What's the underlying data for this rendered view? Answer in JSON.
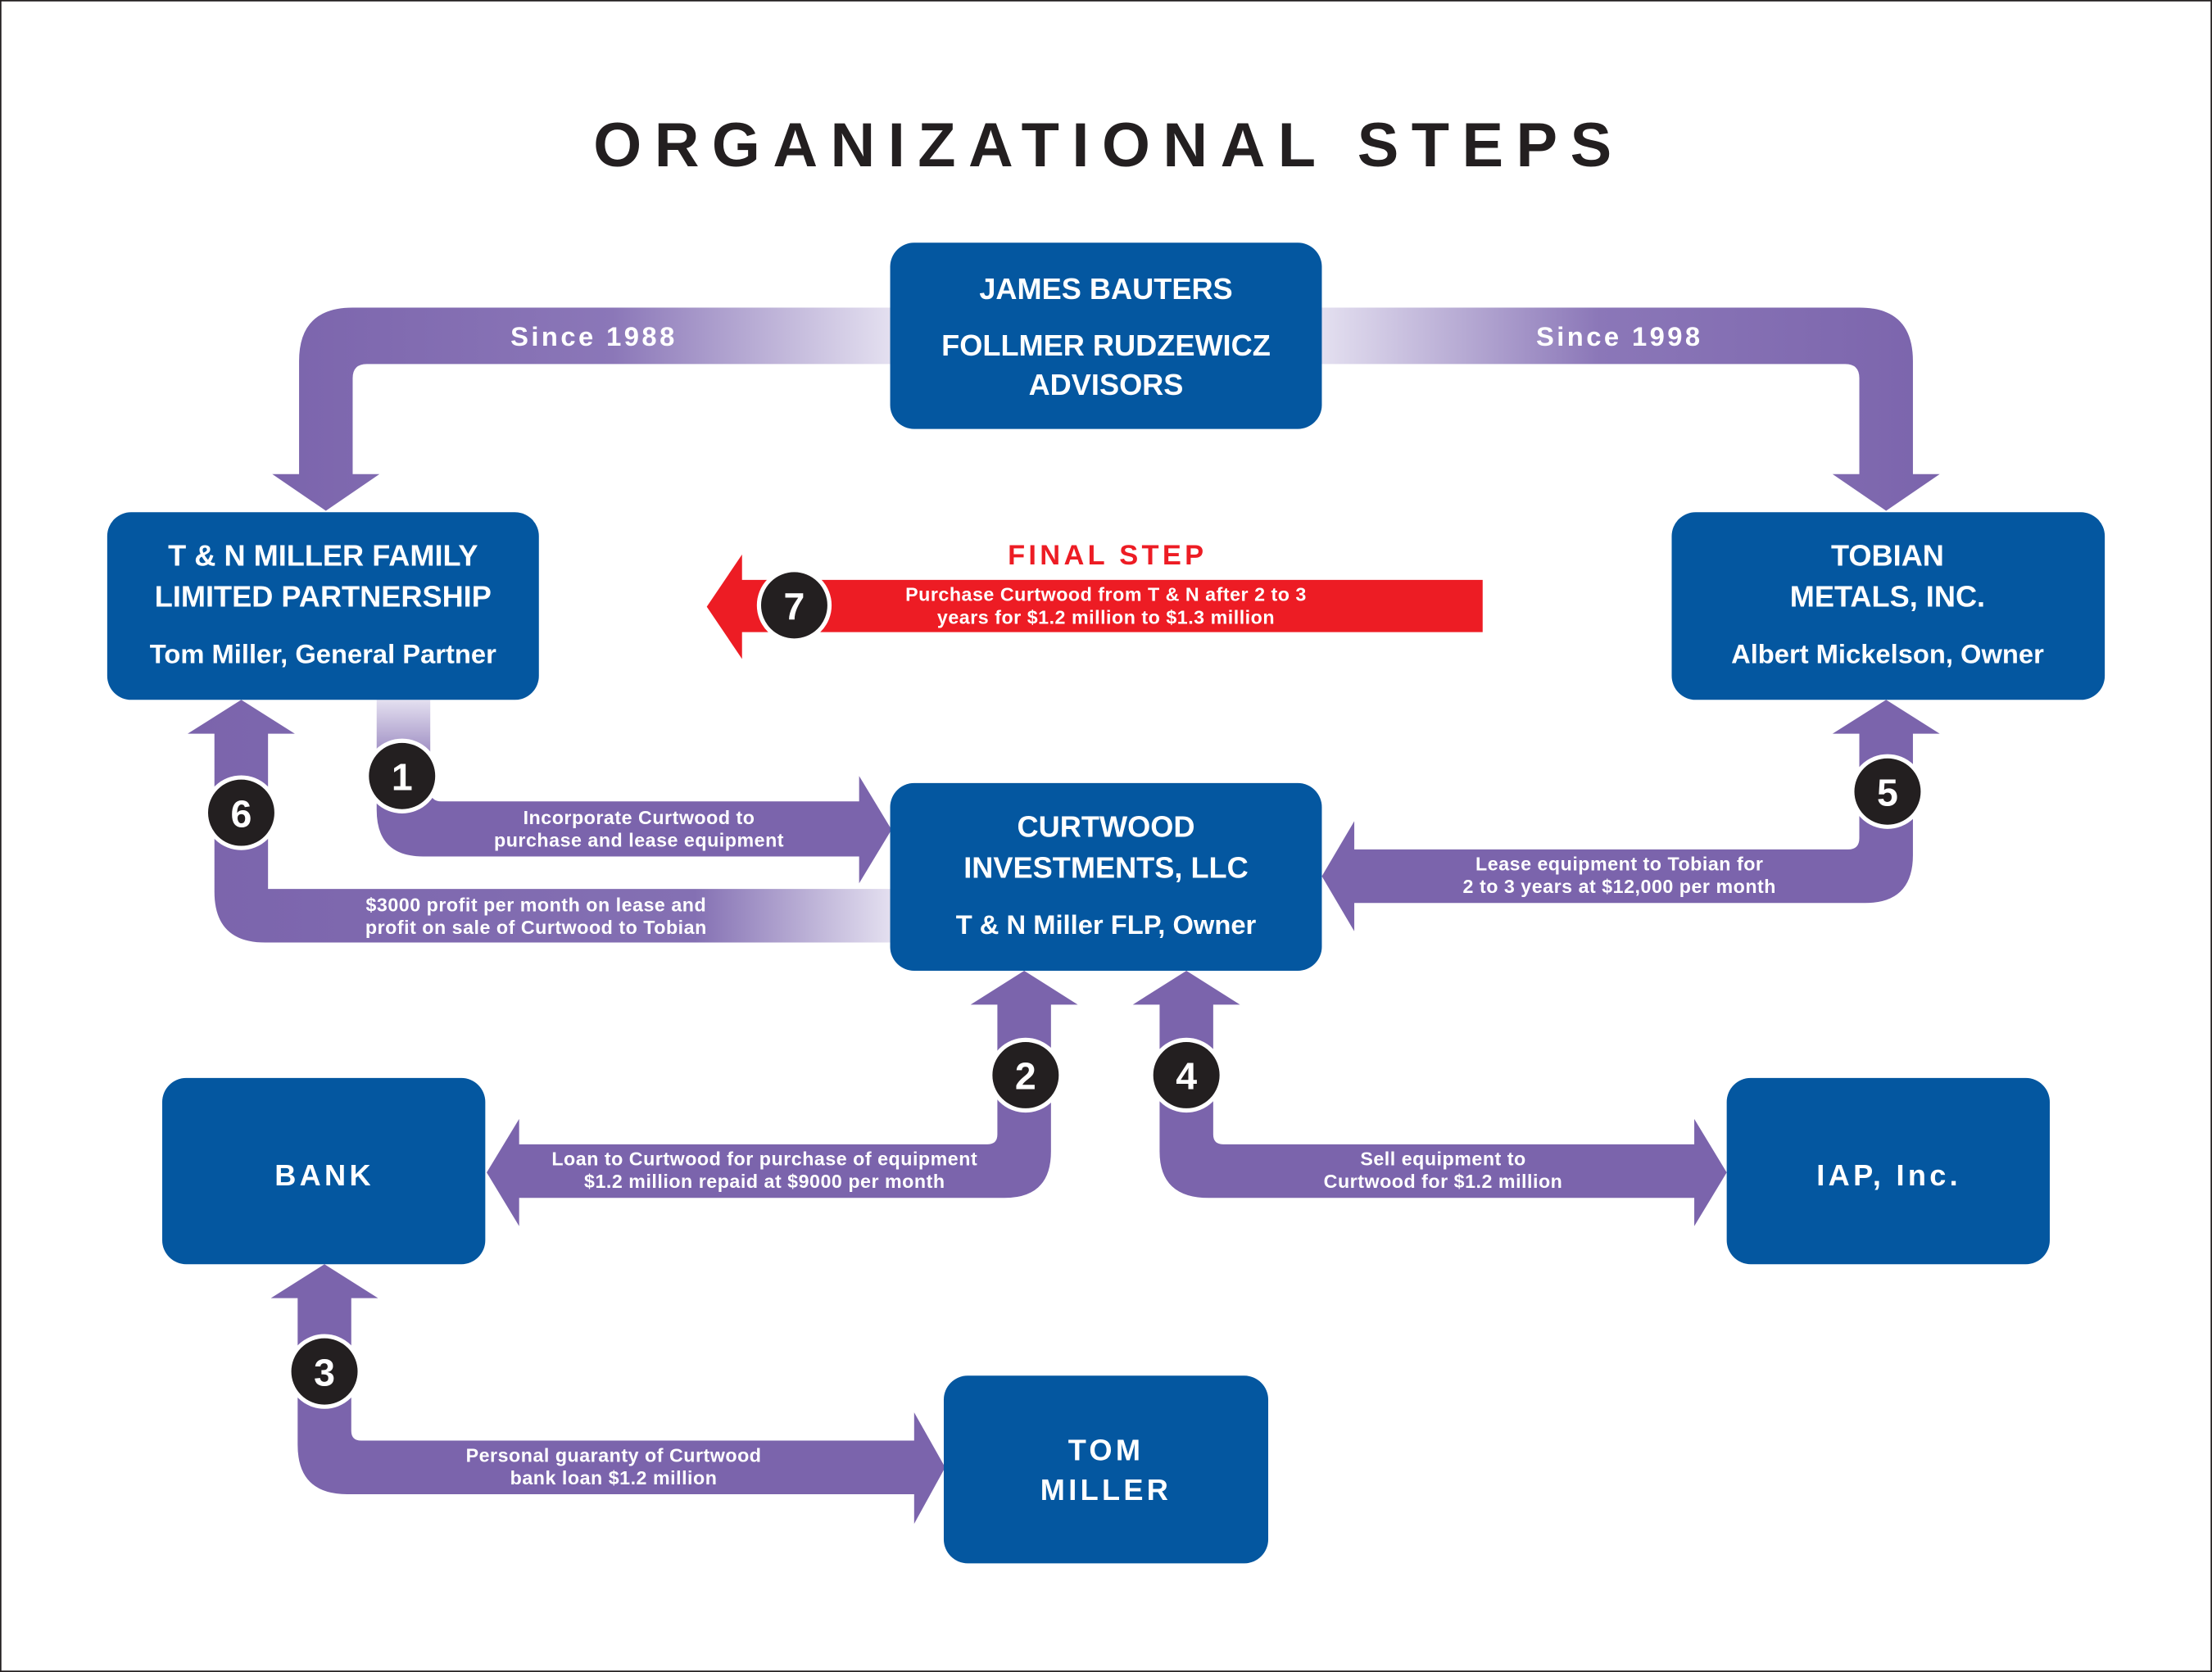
{
  "title": "ORGANIZATIONAL STEPS",
  "colors": {
    "box_blue": "#0457A0",
    "arrow_purple": "#7B64AC",
    "final_red": "#ED1C24",
    "step_circle": "#231F20",
    "text_dark": "#231F20"
  },
  "boxes": {
    "advisors": {
      "line1": "JAMES BAUTERS",
      "line2": "FOLLMER RUDZEWICZ",
      "line3": "ADVISORS"
    },
    "tn_miller": {
      "line1": "T & N MILLER FAMILY",
      "line2": "LIMITED PARTNERSHIP",
      "sub": "Tom Miller, General Partner"
    },
    "tobian": {
      "line1": "TOBIAN",
      "line2": "METALS, INC.",
      "sub": "Albert Mickelson, Owner"
    },
    "curtwood": {
      "line1": "CURTWOOD",
      "line2": "INVESTMENTS, LLC",
      "sub": "T & N Miller FLP, Owner"
    },
    "bank": {
      "label": "BANK"
    },
    "iap": {
      "label": "IAP, Inc."
    },
    "tom_miller": {
      "line1": "TOM",
      "line2": "MILLER"
    }
  },
  "relationships": {
    "since_left": "Since 1988",
    "since_right": "Since 1998"
  },
  "final_step": {
    "heading": "FINAL STEP",
    "number": "7",
    "line1": "Purchase Curtwood from T & N after 2 to 3",
    "line2": "years for $1.2 million to $1.3 million"
  },
  "steps": [
    {
      "number": "1",
      "line1": "Incorporate Curtwood to",
      "line2": "purchase and lease equipment"
    },
    {
      "number": "2",
      "line1": "Loan to Curtwood for purchase of equipment",
      "line2": "$1.2 million repaid at $9000 per month"
    },
    {
      "number": "3",
      "line1": "Personal guaranty of Curtwood",
      "line2": "bank loan $1.2 million"
    },
    {
      "number": "4",
      "line1": "Sell equipment to",
      "line2": "Curtwood for $1.2 million"
    },
    {
      "number": "5",
      "line1": "Lease equipment to Tobian for",
      "line2": "2 to 3 years at $12,000 per month"
    },
    {
      "number": "6",
      "line1": "$3000 profit per month on lease and",
      "line2": "profit on sale of Curtwood to Tobian"
    }
  ]
}
